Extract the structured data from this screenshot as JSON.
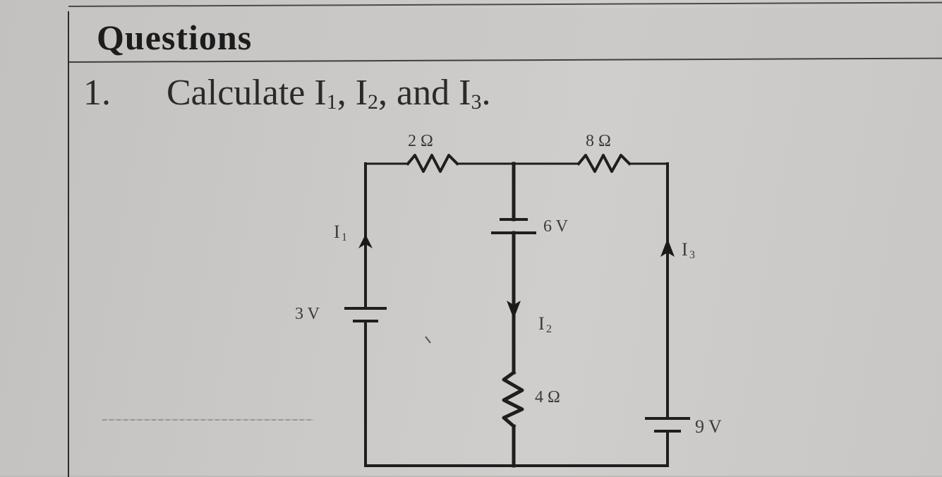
{
  "document": {
    "section_title": "Questions",
    "question": {
      "number": "1.",
      "text_prefix": "Calculate ",
      "currents": [
        {
          "symbol": "I",
          "subscript": "1",
          "after": ", "
        },
        {
          "symbol": "I",
          "subscript": "2",
          "after": ", and "
        },
        {
          "symbol": "I",
          "subscript": "3",
          "after": "."
        }
      ]
    }
  },
  "circuit": {
    "resistors": [
      {
        "id": "R_top_left",
        "label": "2 Ω",
        "position": "top wire, left branch"
      },
      {
        "id": "R_top_right",
        "label": "8 Ω",
        "position": "top wire, right branch"
      },
      {
        "id": "R_middle",
        "label": "4 Ω",
        "position": "middle branch, bottom"
      }
    ],
    "batteries": [
      {
        "id": "V_left",
        "label": "3 V",
        "position": "left branch"
      },
      {
        "id": "V_middle",
        "label": "6 V",
        "position": "middle branch, top"
      },
      {
        "id": "V_right",
        "label": "9 V",
        "position": "right branch, bottom"
      }
    ],
    "currents": [
      {
        "id": "I1",
        "label": "I1",
        "direction": "up",
        "branch": "left"
      },
      {
        "id": "I2",
        "label": "I2",
        "direction": "down",
        "branch": "middle"
      },
      {
        "id": "I3",
        "label": "I3",
        "direction": "up",
        "branch": "right"
      }
    ]
  }
}
